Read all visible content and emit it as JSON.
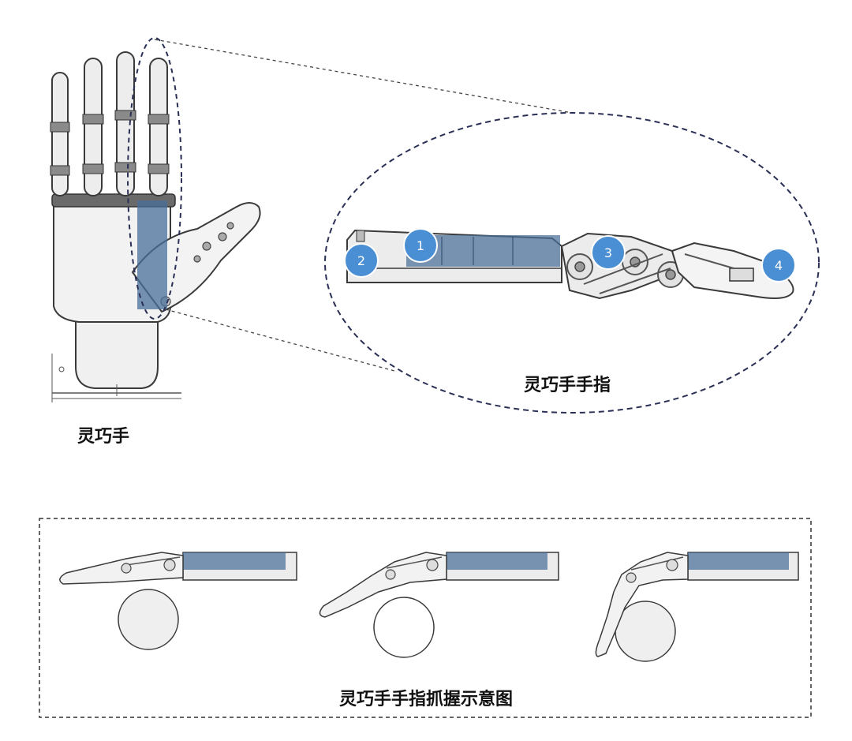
{
  "labels": {
    "hand": "灵巧手",
    "finger": "灵巧手手指",
    "grasp": "灵巧手手指抓握示意图"
  },
  "markers": [
    "1",
    "2",
    "3",
    "4"
  ],
  "colors": {
    "highlight": "#4a6f9a",
    "marker": "#4a8fd4",
    "outline": "#3a3a3a",
    "fill": "#efefef"
  }
}
